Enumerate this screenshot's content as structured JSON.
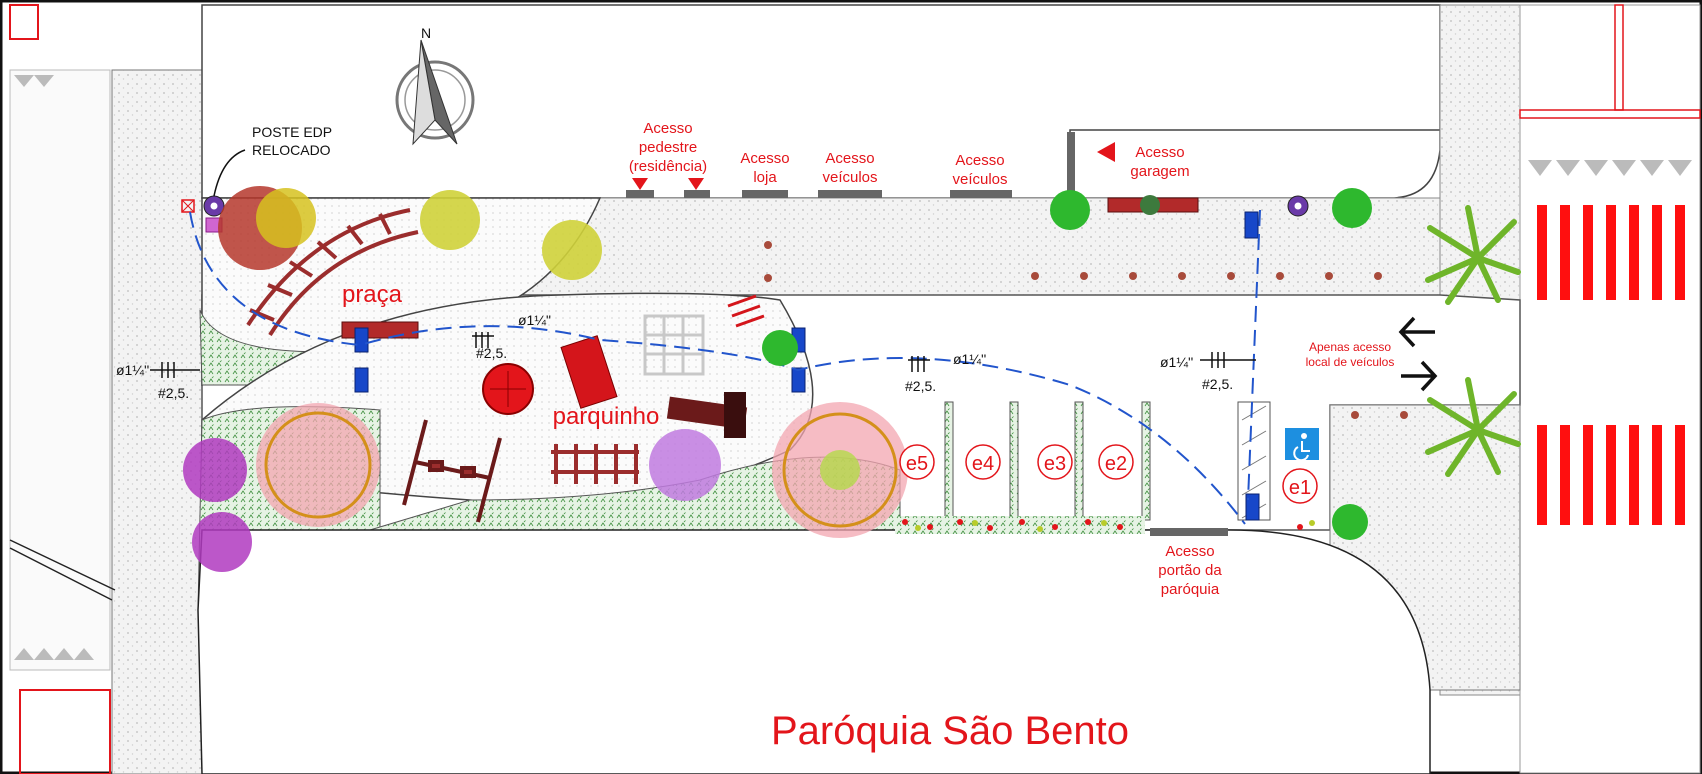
{
  "title": "Paróquia São Bento",
  "north_label": "N",
  "colors": {
    "accent_red": "#e3151b",
    "pipe_blue": "#2255cc",
    "planting_green": "#8fc88f",
    "pavement": "#f1f1f1",
    "bench_red": "#9b2d2d"
  },
  "pole_note": {
    "line1": "POSTE EDP",
    "line2": "RELOCADO"
  },
  "areas": {
    "praca": "praça",
    "parquinho": "parquinho"
  },
  "access": {
    "pedestrian": [
      "Acesso",
      "pedestre",
      "(residência)"
    ],
    "shop": [
      "Acesso",
      "loja"
    ],
    "vehicles_1": [
      "Acesso",
      "veículos"
    ],
    "vehicles_2": [
      "Acesso",
      "veículos"
    ],
    "garage": [
      "Acesso",
      "garagem"
    ],
    "parish_gate": [
      "Acesso",
      "portão da",
      "paróquia"
    ]
  },
  "local_access_note": [
    "Apenas acesso",
    "local de veículos"
  ],
  "pipes": {
    "diameter": "ø1¼\"",
    "diameter_long": "ø1¼''",
    "wire": "#2,5."
  },
  "parking_spaces": [
    "e5",
    "e4",
    "e3",
    "e2",
    "e1"
  ],
  "icons": [
    "north-arrow-icon",
    "accessible-parking-icon",
    "arrow-left-icon",
    "arrow-right-icon",
    "palm-tree-icon",
    "bench-icon",
    "lamp-post-icon"
  ]
}
